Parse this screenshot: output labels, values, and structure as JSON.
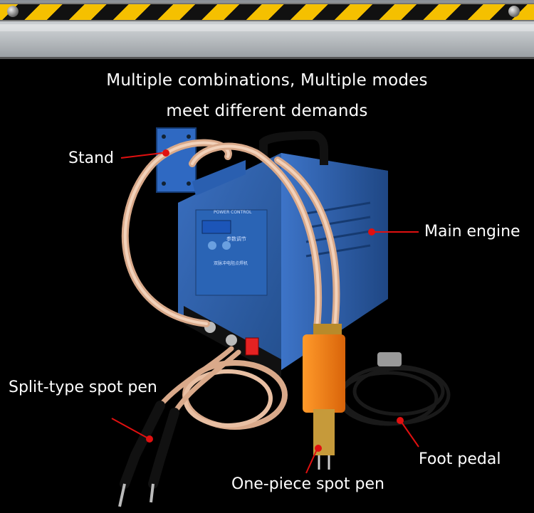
{
  "headline": {
    "line1": "Multiple combinations, Multiple modes",
    "line2": "meet different demands"
  },
  "callouts": {
    "stand": "Stand",
    "main_engine": "Main engine",
    "split_pen": "Split-type spot pen",
    "foot_pedal": "Foot pedal",
    "one_piece_pen": "One-piece spot pen"
  },
  "machine_panel": {
    "line1": "POWER CONTROL",
    "line2": "参数调节",
    "line3": "双脉冲电阻点焊机"
  },
  "colors": {
    "hazard_yellow": "#f5c000",
    "machine_blue": "#2f5fa8",
    "pen_orange": "#f07a12",
    "callout_red": "#e01010"
  }
}
